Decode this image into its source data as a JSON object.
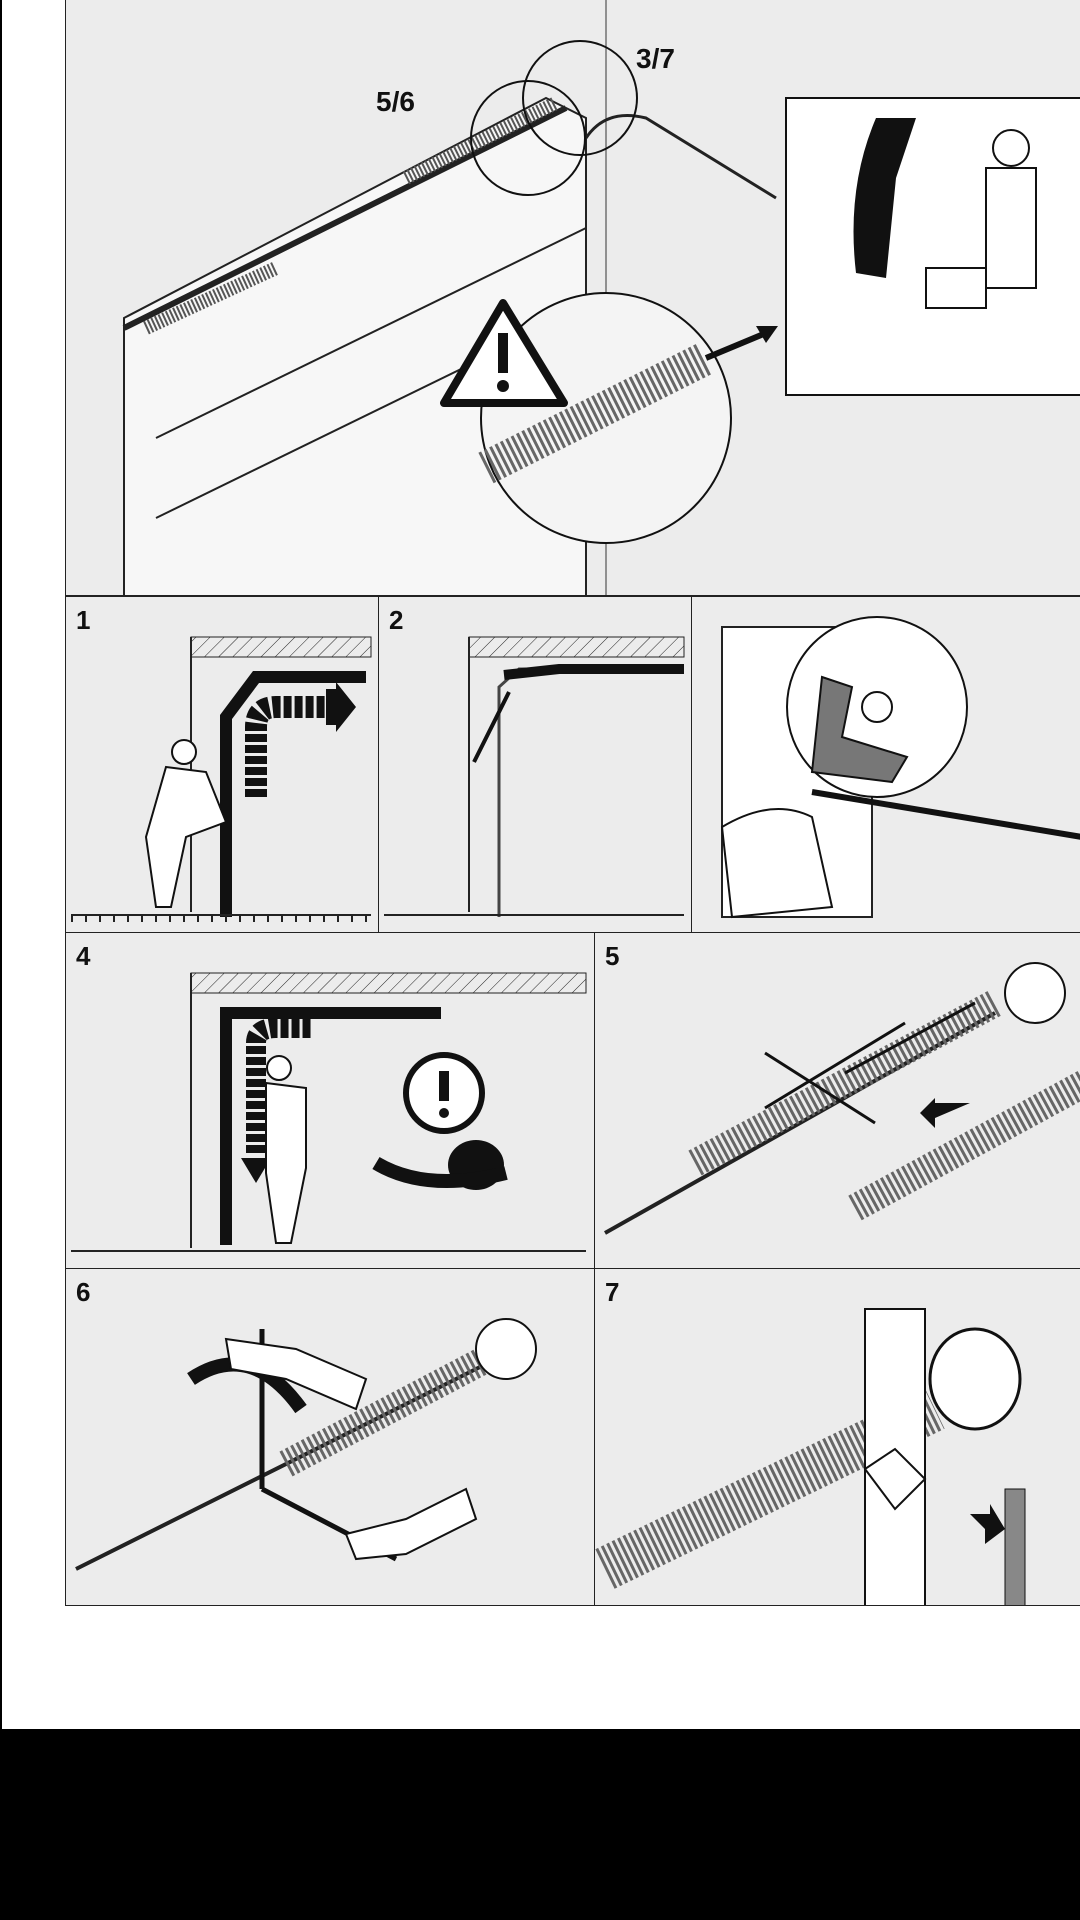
{
  "top_panel": {
    "callouts": [
      "5/6",
      "3/7"
    ],
    "warning_icon": "warning-triangle-icon",
    "contact_icon": "phone-technician-icon"
  },
  "steps": [
    {
      "number": "1"
    },
    {
      "number": "2"
    },
    {
      "number": ""
    },
    {
      "number": "4"
    },
    {
      "number": "5"
    },
    {
      "number": "6"
    },
    {
      "number": "7"
    }
  ]
}
